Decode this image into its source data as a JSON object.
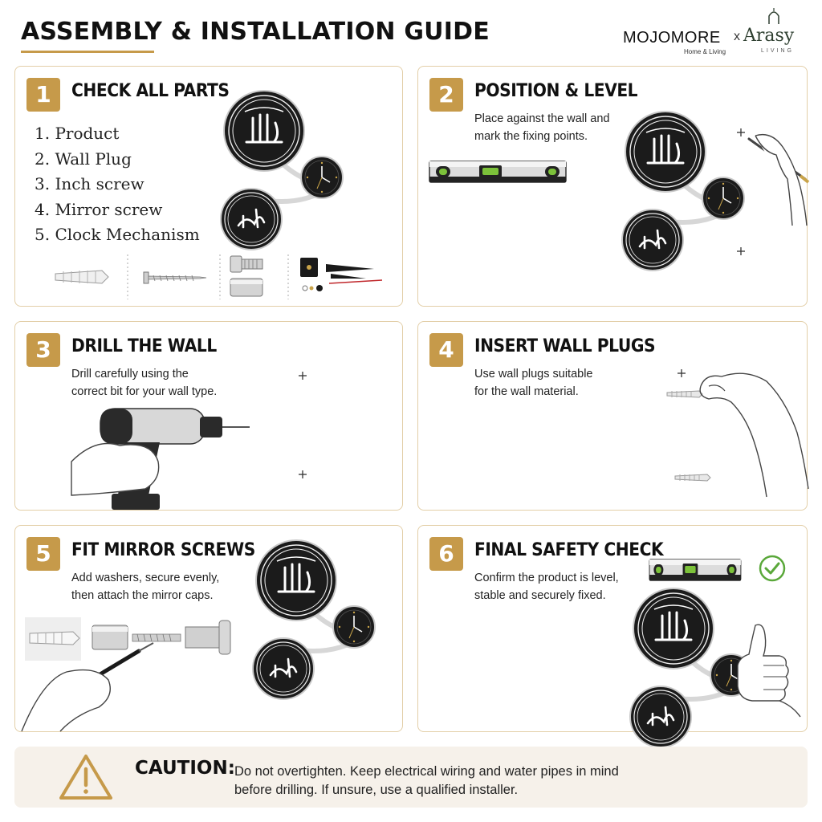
{
  "header": {
    "title": "ASSEMBLY & INSTALLATION GUIDE",
    "brand_left": "MOJOMORE",
    "brand_left_sub": "Home & Living",
    "brand_sep": "x",
    "brand_right": "Arasy",
    "brand_right_sub": "LIVING"
  },
  "steps": [
    {
      "number": "1",
      "title": "CHECK ALL PARTS",
      "parts": [
        "1. Product",
        "2. Wall Plug",
        "3. Inch screw",
        "4. Mirror screw",
        "5. Clock Mechanism"
      ]
    },
    {
      "number": "2",
      "title": "POSITION & LEVEL",
      "desc_line1": "Place against the wall and",
      "desc_line2": "mark the fixing points."
    },
    {
      "number": "3",
      "title": "DRILL THE WALL",
      "desc_line1": "Drill carefully using the",
      "desc_line2": "correct bit for your wall type."
    },
    {
      "number": "4",
      "title": "INSERT WALL PLUGS",
      "desc_line1": "Use wall plugs suitable",
      "desc_line2": "for the wall material."
    },
    {
      "number": "5",
      "title": "FIT MIRROR SCREWS",
      "desc_line1": "Add washers, secure evenly,",
      "desc_line2": "then attach the mirror caps."
    },
    {
      "number": "6",
      "title": "FINAL SAFETY CHECK",
      "desc_line1": "Confirm the product is level,",
      "desc_line2": "stable and securely fixed."
    }
  ],
  "caution": {
    "label": "CAUTION:",
    "line1": "Do not overtighten. Keep electrical wiring and water pipes in mind",
    "line2": "before drilling. If unsure, use a qualified installer."
  },
  "colors": {
    "accent_gold": "#c69a4a",
    "card_border": "#e3cfa8",
    "caution_bg": "#f6f1ea",
    "level_green": "#7cc23a",
    "check_green": "#5aa83a"
  },
  "icons": [
    "warning-icon",
    "check-circle-icon",
    "crosshair-mark-icon",
    "spirit-level-icon",
    "drill-icon",
    "hand-icon",
    "wall-plug-icon",
    "screw-icon",
    "clock-mechanism-icon"
  ]
}
